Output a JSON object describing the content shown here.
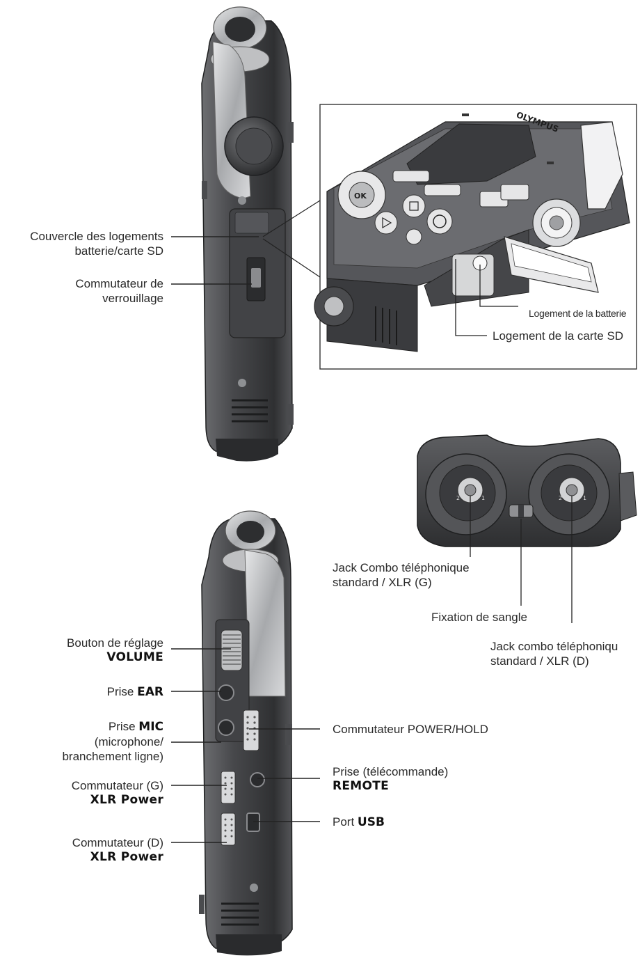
{
  "labels": {
    "cover_slots": [
      "Couvercle des logements",
      "batterie/carte SD"
    ],
    "lock_switch": [
      "Commutateur de",
      "verrouillage"
    ],
    "battery_slot": "Logement de la batterie",
    "sd_slot": "Logement de la carte SD",
    "jack_left": [
      "Jack Combo téléphonique",
      "standard / XLR (G)"
    ],
    "strap": "Fixation de sangle",
    "jack_right": [
      "Jack combo téléphoniqu",
      "standard / XLR (D)"
    ],
    "volume": {
      "line": "Bouton de réglage",
      "bold": "VOLUME"
    },
    "ear": {
      "line": "Prise ",
      "bold": "EAR"
    },
    "mic": {
      "prefix": "Prise ",
      "bold": "MIC",
      "lines": [
        "(microphone/",
        "branchement ligne)"
      ]
    },
    "xlr_left": {
      "line": "Commutateur (G)",
      "bold": "XLR Power"
    },
    "xlr_right": {
      "line": "Commutateur (D)",
      "bold": "XLR Power"
    },
    "power_hold": "Commutateur POWER/HOLD",
    "remote": {
      "line": "Prise (télécommande)",
      "bold": "REMOTE"
    },
    "usb": {
      "prefix": "Port ",
      "bold": "USB"
    }
  },
  "device": {
    "brand": "OLYMPUS",
    "ok_button": "OK"
  },
  "colors": {
    "body_dark": "#3a3b3d",
    "body_mid": "#5b5c5f",
    "body_light": "#8e9093",
    "chrome": "#c9cacc",
    "line": "#222222"
  }
}
